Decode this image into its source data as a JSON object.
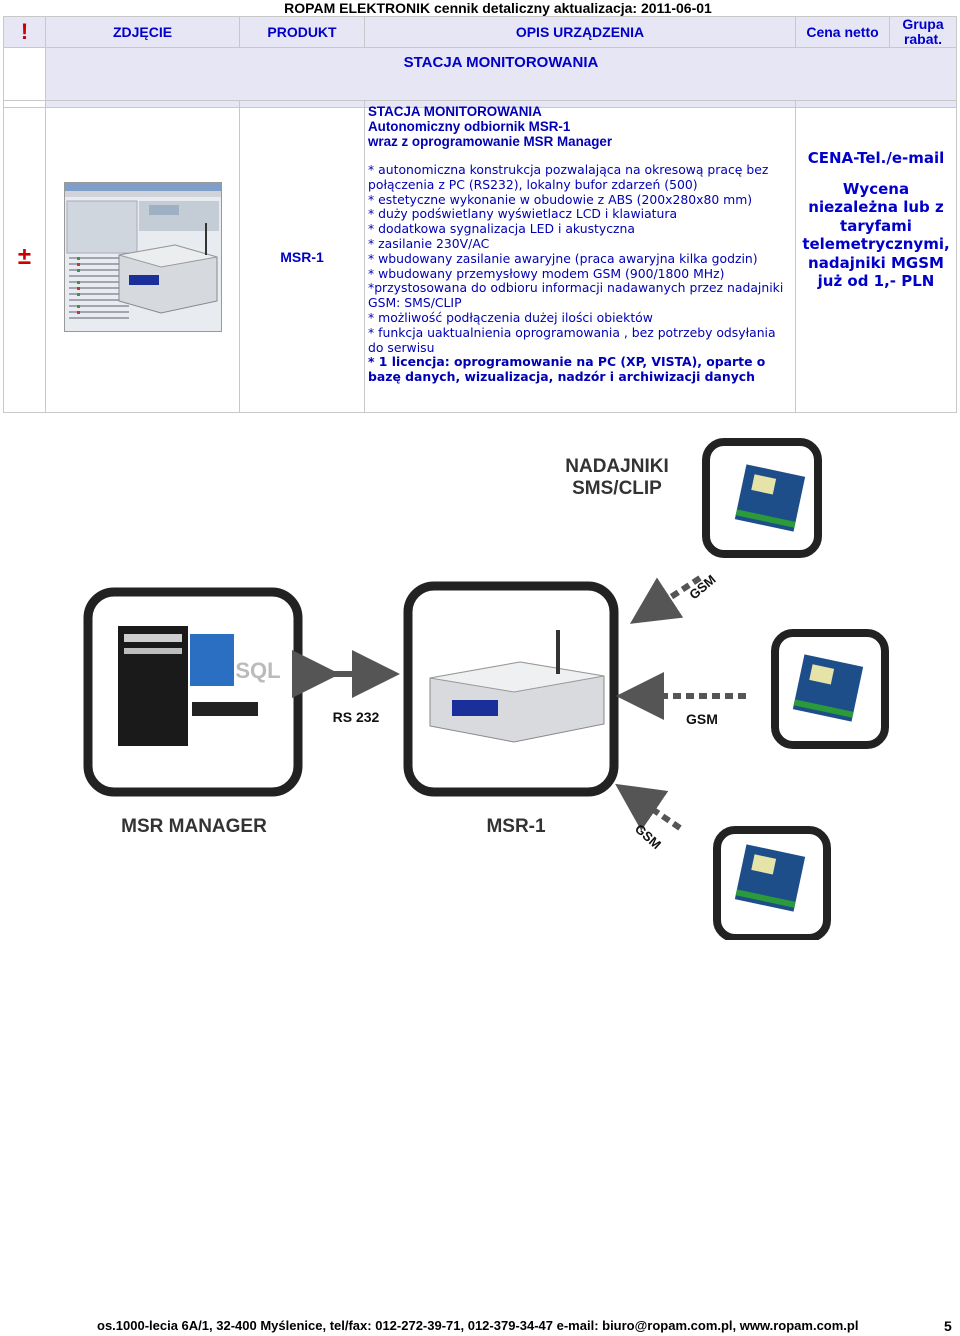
{
  "document_title": "ROPAM ELEKTRONIK cennik detaliczny aktualizacja: 2011-06-01",
  "header": {
    "mark": "!",
    "col_photo": "ZDJĘCIE",
    "col_product": "PRODUKT",
    "col_description": "OPIS URZĄDZENIA",
    "col_price": "Cena netto",
    "col_group": "Grupa rabat.",
    "section": "STACJA MONITOROWANIA"
  },
  "product": {
    "mark": "±",
    "code": "MSR-1",
    "heading": [
      "STACJA MONITOROWANIA",
      "Autonomiczny odbiornik MSR-1",
      "wraz z oprogramowanie MSR Manager"
    ],
    "features": [
      "* autonomiczna konstrukcja pozwalająca na okresową pracę bez połączenia z PC (RS232), lokalny bufor zdarzeń (500)",
      "* estetyczne wykonanie w obudowie z ABS (200x280x80 mm)",
      "* duży podświetlany wyświetlacz LCD i klawiatura",
      "* dodatkowa sygnalizacja LED i akustyczna",
      "* zasilanie 230V/AC",
      "* wbudowany zasilanie awaryjne (praca awaryjna kilka godzin)",
      "* wbudowany przemysłowy modem GSM (900/1800 MHz)",
      "*przystosowana do odbioru informacji nadawanych przez nadajniki GSM: SMS/CLIP",
      "* możliwość podłączenia dużej ilości obiektów",
      "* funkcja uaktualnienia oprogramowania , bez potrzeby odsyłania do serwisu"
    ],
    "feature_bold": "* 1 licencja: oprogramowanie na PC (XP, VISTA), oparte o bazę danych, wizualizacja, nadzór i archiwizacji danych",
    "price_line1": "CENA-Tel./e-mail",
    "price_line2": "Wycena niezależna lub z taryfami telemetrycznymi, nadajniki MGSM już od 1,- PLN"
  },
  "diagram": {
    "label_transmitters": "NADAJNIKI\nSMS/CLIP",
    "label_manager": "MSR MANAGER",
    "label_device": "MSR-1",
    "label_sql": "SQL",
    "label_rs232": "RS 232",
    "label_gsm": "GSM"
  },
  "footer": {
    "address": "os.1000-lecia 6A/1,   32-400 Myślenice,  tel/fax: 012-272-39-71,  012-379-34-47  e-mail: biuro@ropam.com.pl,   www.ropam.com.pl",
    "page": "5"
  },
  "colors": {
    "header_bg": "#e6e6f5",
    "header_text": "#0000c8",
    "mark_red": "#cc0000",
    "description_text": "#0000b4"
  }
}
